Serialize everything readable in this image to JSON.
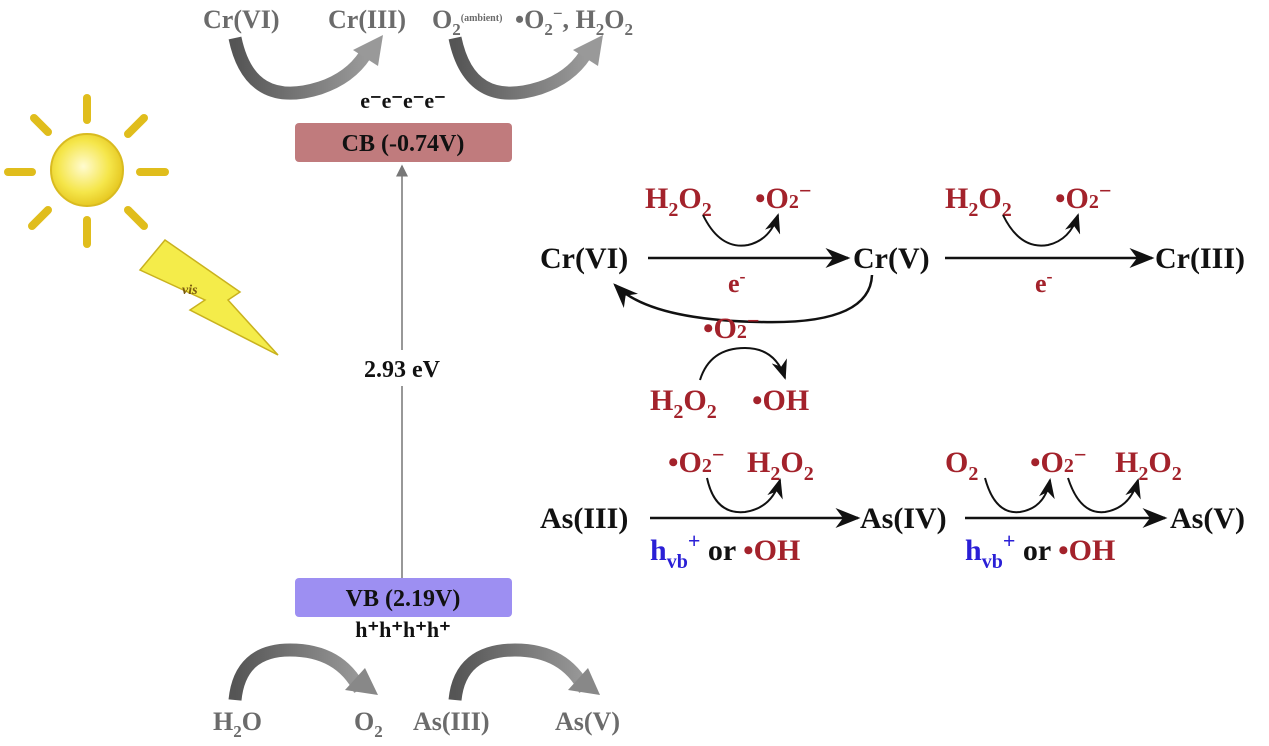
{
  "left": {
    "top_labels": {
      "crvi": "Cr(VI)",
      "criii": "Cr(III)",
      "o2": "O",
      "o2_sub": "2",
      "ambient": "(ambient)",
      "products_a": "•O",
      "products_sub1": "2",
      "products_sup": "−",
      "products_b": ", H",
      "products_sub2": "2",
      "products_c": "O",
      "products_sub3": "2"
    },
    "electrons": "e⁻e⁻e⁻e⁻",
    "cb_label": "CB (-0.74V)",
    "band_gap": "2.93 eV",
    "vb_label": "VB (2.19V)",
    "holes": "h⁺h⁺h⁺h⁺",
    "bottom_labels": {
      "h2o_a": "H",
      "h2o_sub": "2",
      "h2o_b": "O",
      "o2": "O",
      "o2_sub": "2",
      "asiii": "As(III)",
      "asv": "As(V)"
    },
    "vis_label": "vis",
    "colors": {
      "cb": "#c07b7d",
      "vb": "#9d8ff2",
      "sun": "#f2df3a",
      "ray": "#e0bd1c"
    }
  },
  "right": {
    "cr_row": {
      "crvi": "Cr(VI)",
      "crv": "Cr(V)",
      "criii": "Cr(III)",
      "r1_h2o2": "H",
      "sub2": "2",
      "o": "O",
      "r1_o2rad": "•O",
      "minus": "−",
      "e": "e",
      "eminus": "-"
    },
    "cr_back": {
      "o2rad": "•O",
      "sub2": "2",
      "minus": "−",
      "h2o2_a": "H",
      "h2o2_b": "O",
      "oh": "•OH"
    },
    "as_row": {
      "asiii": "As(III)",
      "asiv": "As(IV)",
      "asv": "As(V)",
      "o2rad": "•O",
      "sub2": "2",
      "minus": "−",
      "h": "H",
      "o": "O",
      "h_vb": "h",
      "vb": "vb",
      "plus": "+",
      "or": " or ",
      "oh": "•OH"
    }
  }
}
